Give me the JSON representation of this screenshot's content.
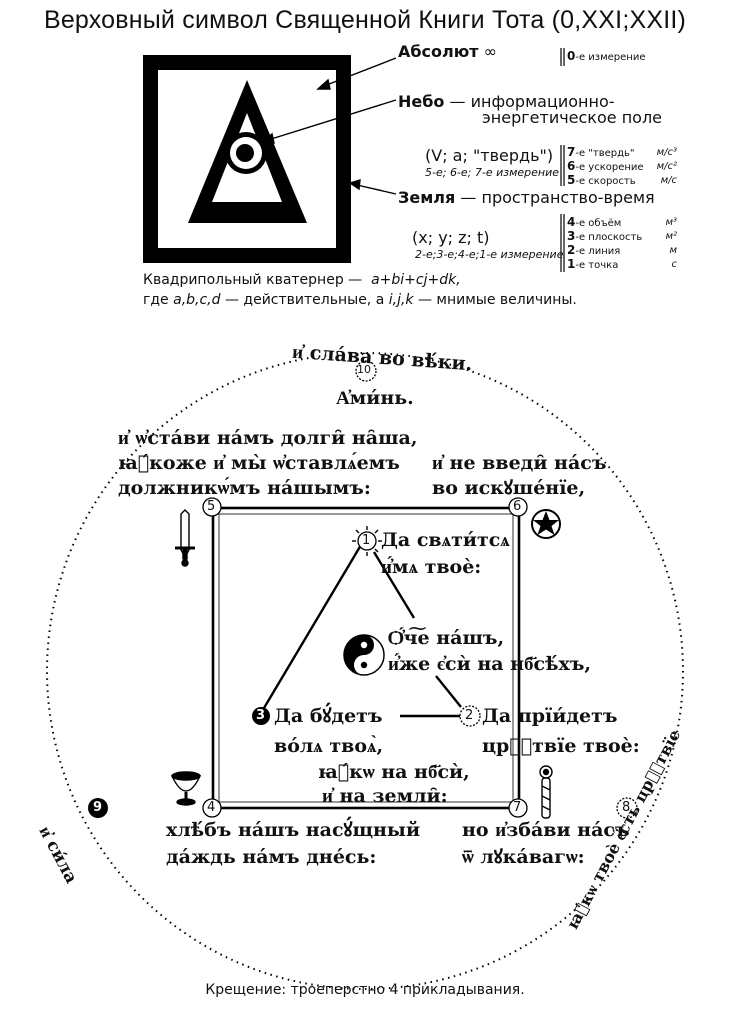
{
  "title": "Верховный символ Священной Книги Тота (0,XXI;XXII)",
  "legend": {
    "absolute": {
      "label": "Абсолют",
      "symbol": "∞"
    },
    "sky": {
      "label": "Небо",
      "desc1": "— информационно-",
      "desc2": "энергетическое поле"
    },
    "sky_vars": "(V; a; \"твердь\")",
    "sky_dims": "5-е; 6-е; 7-е измерение",
    "earth": {
      "label": "Земля",
      "desc": "— пространство-время"
    },
    "earth_vars": "(x; y; z; t)",
    "earth_dims": "2-е;3-е;4-е;1-е измерение"
  },
  "dimensions_top": [
    {
      "n": "0",
      "label": "-е измерение",
      "unit": ""
    }
  ],
  "dimensions_sky": [
    {
      "n": "7",
      "label": "-е \"твердь\"",
      "unit": "м/с³"
    },
    {
      "n": "6",
      "label": "-е ускорение",
      "unit": "м/с²"
    },
    {
      "n": "5",
      "label": "-е скорость",
      "unit": "м/с"
    }
  ],
  "dimensions_earth": [
    {
      "n": "4",
      "label": "-е объём",
      "unit": "м³"
    },
    {
      "n": "3",
      "label": "-е плоскость",
      "unit": "м²"
    },
    {
      "n": "2",
      "label": "-е линия",
      "unit": "м"
    },
    {
      "n": "1",
      "label": "-е точка",
      "unit": "с"
    }
  ],
  "quaternion": {
    "line1a": "Квадрипольный кватернер —",
    "line1b": "a+bi+cj+dk,",
    "line2a": "где",
    "line2b": "a,b,c,d",
    "line2c": "— действительные, а",
    "line2d": "i,j,k",
    "line2e": "— мнимые величины."
  },
  "prayer": {
    "top_arc": "и҆ сла́ва во вѣ́ки.",
    "amen": "А҆ми́нь.",
    "leave_1": "и҆ ѡ҆ста́ви на́мъ долги̑ на̑ша,",
    "leave_2": "ꙗ҆́коже и҆ мы̀ ѡ҆ставлѧ́емъ",
    "leave_3": "должникѡ́мъ на́шымъ:",
    "lead_1": "и҆ не введи̑ на́съ",
    "lead_2": "во искꙋше́нїе,",
    "hallowed_1": "Да свѧти́тсѧ",
    "hallowed_2": "и҆́мѧ твоѐ:",
    "father_1": "Ѻ҆́ч͠е на́шъ,",
    "father_2": "и҆́же є҆сѝ на нб҃сѣ́хъ,",
    "will_1": "Да бꙋ́детъ",
    "will_2": "во́лѧ твоѧ̀,",
    "will_3": "ꙗ҆́кѡ на нб҃сѝ,",
    "will_4": "и҆ на земли̑:",
    "kingdom_1": "Да прїи́детъ",
    "kingdom_2": "црⷭ҇твїе твоѐ:",
    "bread_1": "хлѣ́бъ на́шъ насꙋ́щный",
    "bread_2": "да́ждь на́мъ дне́сь:",
    "deliver_1": "но и҆зба́ви на́съ",
    "deliver_2": "ѿ лꙋка́вагѡ:",
    "power": "и҆ си́ла",
    "kingdom_arc": "ꙗ҆́кѡ твоѐ є҆́сть црⷭ҇твїе"
  },
  "nodes": [
    "1",
    "2",
    "3",
    "4",
    "5",
    "6",
    "7",
    "8",
    "9",
    "10"
  ],
  "caption": "Крещение: троеперстно 4 прикладывания."
}
